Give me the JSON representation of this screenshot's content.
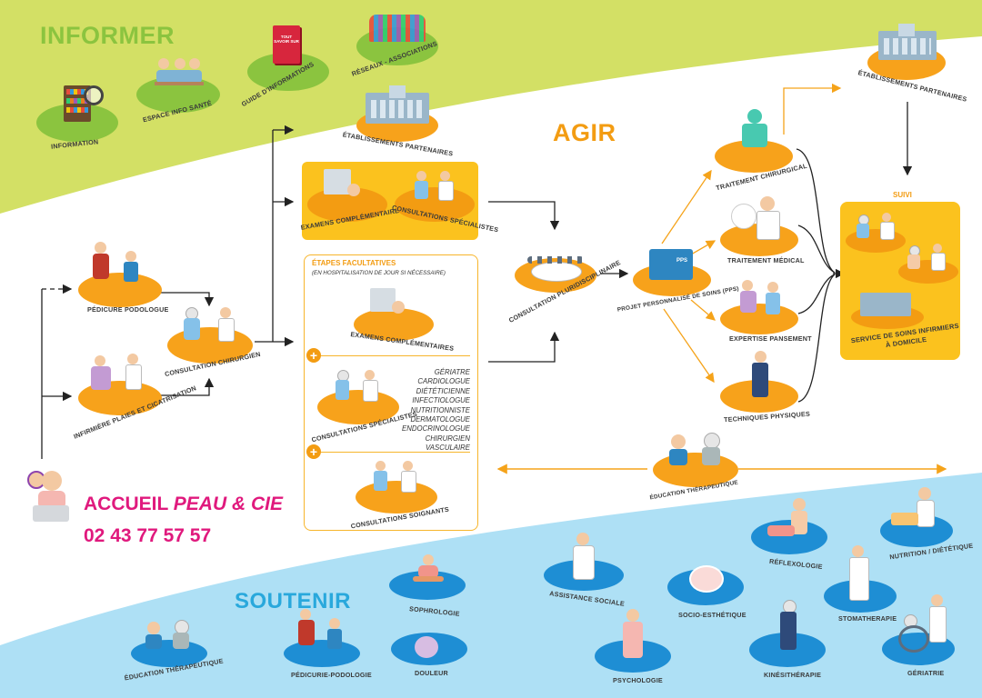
{
  "sections": {
    "informer": "INFORMER",
    "agir": "AGIR",
    "soutenir": "SOUTENIR"
  },
  "informer_items": {
    "information": "INFORMATION",
    "espace_info_sante": "ESPACE INFO SANTÉ",
    "guide": "GUIDE D'INFORMATIONS",
    "guide_book": "TOUT SAVOIR SUR",
    "reseaux": "RÉSEAUX - ASSOCIATIONS"
  },
  "parcours": {
    "pedicure": "PÉDICURE PODOLOGUE",
    "infirmiere": "INFIRMIÈRE PLAIES ET CICATRISATION",
    "consultation_chirurgien": "CONSULTATION CHIRURGIEN",
    "etab_partenaires_1": "ÉTABLISSEMENTS PARTENAIRES",
    "examens_complementaires": "EXAMENS COMPLÉMENTAIRES",
    "consultations_specialistes": "CONSULTATIONS SPÉCIALISTES",
    "etapes_title": "ÉTAPES FACULTATIVES",
    "etapes_sub": "(EN HOSPITALISATION DE JOUR SI NÉCESSAIRE)",
    "examens_complementaires_2": "EXAMENS COMPLÉMENTAIRES",
    "consultations_specialistes_2": "CONSULTATIONS SPÉCIALISTES",
    "consultations_soignants": "CONSULTATIONS SOIGNANTS",
    "specialistes": [
      "GÉRIATRE",
      "CARDIOLOGUE",
      "DIÉTÉTICIENNE",
      "INFECTIOLOGUE",
      "NUTRITIONNISTE",
      "DERMATOLOGUE",
      "ENDOCRINOLOGUE",
      "CHIRURGIEN VASCULAIRE"
    ],
    "plus": "+",
    "consultation_pluri": "CONSULTATION PLURIDISCIPLINAIRE",
    "pps": "PROJET PERSONNALISÉ DE SOINS (PPS)",
    "pps_folder": "PPS",
    "traitement_chirurgical": "TRAITEMENT CHIRURGICAL",
    "traitement_medical": "TRAITEMENT MÉDICAL",
    "expertise_pansement": "EXPERTISE PANSEMENT",
    "techniques_physiques": "TECHNIQUES PHYSIQUES",
    "etab_partenaires_2": "ÉTABLISSEMENTS PARTENAIRES",
    "suivi": "SUIVI",
    "service_soins": "SERVICE DE SOINS INFIRMIERS À DOMICILE",
    "education_therapeutique": "ÉDUCATION THÉRAPEUTIQUE"
  },
  "accueil": {
    "label": "ACCUEIL",
    "brand": "PEAU & CIE",
    "phone": "02 43 77 57 57"
  },
  "soutenir_items": {
    "education": "ÉDUCATION THÉRAPEUTIQUE",
    "pedicurie": "PÉDICURIE-PODOLOGIE",
    "sophrologie": "SOPHROLOGIE",
    "douleur": "DOULEUR",
    "assistance_sociale": "ASSISTANCE SOCIALE",
    "psychologie": "PSYCHOLOGIE",
    "socio_esthetique": "SOCIO-ESTHÉTIQUE",
    "kinesitherapie": "KINÉSITHÉRAPIE",
    "reflexologie": "RÉFLEXOLOGIE",
    "stomatherapie": "STOMATHERAPIE",
    "nutrition": "NUTRITION / DIÉTÉTIQUE",
    "geriatrie": "GÉRIATRIE"
  },
  "colors": {
    "green": "#cfdf5a",
    "green_title": "#8bc43f",
    "orange": "#f39c12",
    "yellow": "#fbc21e",
    "blue_bg": "#aee0f5",
    "blue_title": "#29a8dc",
    "magenta": "#e0197d",
    "disc_blue": "#1e8ed4",
    "disc_orange": "#f7a21b"
  }
}
